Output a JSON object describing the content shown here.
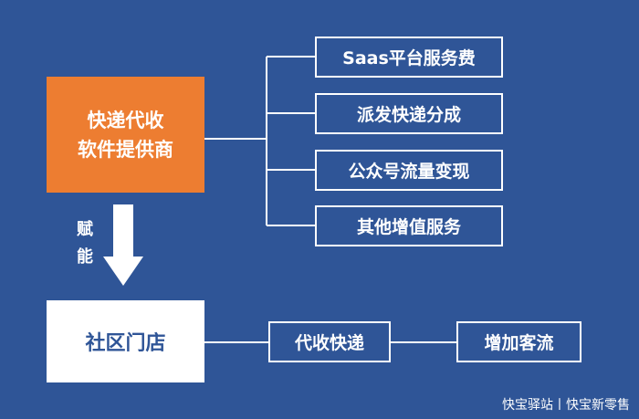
{
  "provider": {
    "line1": "快递代收",
    "line2": "软件提供商"
  },
  "empower_label": {
    "char1": "赋",
    "char2": "能"
  },
  "services": [
    {
      "label": "Saas平台服务费"
    },
    {
      "label": "派发快递分成"
    },
    {
      "label": "公众号流量变现"
    },
    {
      "label": "其他增值服务"
    }
  ],
  "store": {
    "label": "社区门店"
  },
  "flow": {
    "step1": "代收快递",
    "step2": "增加客流"
  },
  "footer": {
    "text": "快宝驿站丨快宝新零售"
  },
  "colors": {
    "background": "#2f5597",
    "provider_fill": "#ed7d31",
    "store_fill": "#ffffff",
    "line": "#ffffff"
  }
}
